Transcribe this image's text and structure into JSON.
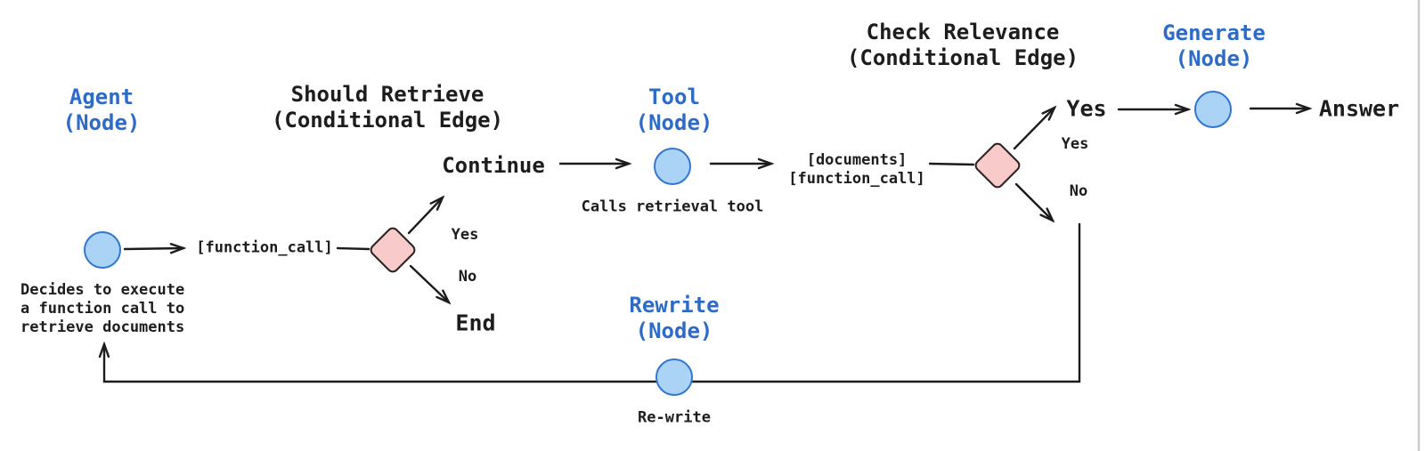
{
  "colors": {
    "background": "#ffffff",
    "node_title_blue": "#2d6bc6",
    "text_black": "#1d1d1d",
    "circle_fill": "#abd3f6",
    "circle_stroke": "#3276d2",
    "diamond_fill": "#f8caca",
    "diamond_stroke": "#2c2222",
    "edge_stroke": "#1c1c1c",
    "page_edge_line": "#cccccc"
  },
  "nodes": {
    "agent": {
      "title": "Agent\n(Node)",
      "caption": "Decides to execute\na function call to\nretrieve documents"
    },
    "tool": {
      "title": "Tool\n(Node)",
      "caption": "Calls retrieval tool"
    },
    "generate": {
      "title": "Generate\n(Node)"
    },
    "rewrite": {
      "title": "Rewrite\n(Node)",
      "caption": "Re-write"
    }
  },
  "conditional_edges": {
    "should_retrieve": {
      "title": "Should Retrieve\n(Conditional Edge)",
      "yes_label": "Yes",
      "no_label": "No"
    },
    "check_relevance": {
      "title": "Check Relevance\n(Conditional Edge)",
      "yes_label": "Yes",
      "no_label": "No"
    }
  },
  "labels": {
    "function_call": "[function_call]",
    "documents_function_call": "[documents]\n[function_call]",
    "continue": "Continue",
    "yes_big": "Yes",
    "end": "End",
    "answer": "Answer"
  }
}
